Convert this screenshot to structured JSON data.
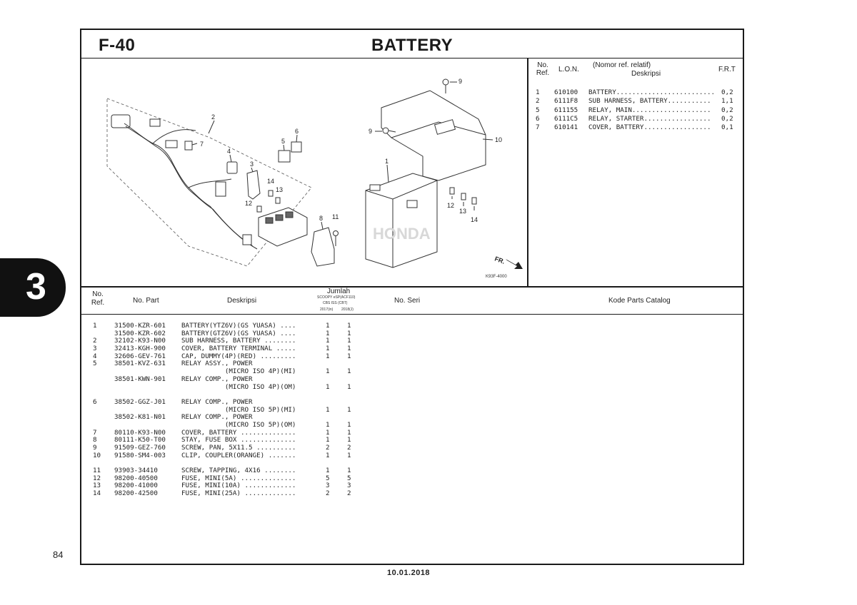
{
  "header": {
    "figure_code": "F-40",
    "title": "BATTERY"
  },
  "chapter": {
    "number": "3"
  },
  "page": {
    "number": "84",
    "date": "10.01.2018"
  },
  "diagram": {
    "image_code": "K93F-4000",
    "front_marker": "FR.",
    "callouts": [
      "1",
      "2",
      "3",
      "4",
      "5",
      "6",
      "7",
      "8",
      "9",
      "9",
      "10",
      "11",
      "12",
      "12",
      "13",
      "13",
      "14",
      "14"
    ]
  },
  "lon_table": {
    "headers": {
      "no_ref": "No. Ref.",
      "lon": "L.O.N.",
      "deskripsi_top": "(Nomor ref. relatif)",
      "deskripsi": "Deskripsi",
      "frt": "F.R.T"
    },
    "rows": [
      {
        "ref": "1",
        "lon": "610100",
        "desc": "BATTERY.........................",
        "frt": "0,2"
      },
      {
        "ref": "2",
        "lon": "6111F8",
        "desc": "SUB HARNESS, BATTERY...........",
        "frt": "1,1"
      },
      {
        "ref": "5",
        "lon": "611155",
        "desc": "RELAY, MAIN....................",
        "frt": "0,2"
      },
      {
        "ref": "6",
        "lon": "6111C5",
        "desc": "RELAY, STARTER.................",
        "frt": "0,2"
      },
      {
        "ref": "7",
        "lon": "610141",
        "desc": "COVER, BATTERY.................",
        "frt": "0,1"
      }
    ]
  },
  "parts_table": {
    "headers": {
      "no_ref": "No. Ref.",
      "no_part": "No. Part",
      "deskripsi": "Deskripsi",
      "jumlah": "Jumlah",
      "jumlah_sub1": "SCOOPY eSP(ACF110)",
      "jumlah_sub2": "CBS ISS (CBT)",
      "jumlah_col1": "2017(in)",
      "jumlah_col2": "2018(J)",
      "no_seri": "No. Seri",
      "kode": "Kode Parts Catalog"
    },
    "rows": [
      {
        "ref": "1",
        "part": "31500-KZR-601",
        "desc": "BATTERY(YTZ6V)(GS YUASA) ....",
        "q1": "1",
        "q2": "1"
      },
      {
        "ref": "",
        "part": "31500-KZR-602",
        "desc": "BATTERY(GTZ6V)(GS YUASA) ....",
        "q1": "1",
        "q2": "1"
      },
      {
        "ref": "2",
        "part": "32102-K93-N00",
        "desc": "SUB HARNESS, BATTERY ........",
        "q1": "1",
        "q2": "1"
      },
      {
        "ref": "3",
        "part": "32413-KGH-900",
        "desc": "COVER, BATTERY TERMINAL .....",
        "q1": "1",
        "q2": "1"
      },
      {
        "ref": "4",
        "part": "32606-GEV-761",
        "desc": "CAP, DUMMY(4P)(RED) .........",
        "q1": "1",
        "q2": "1"
      },
      {
        "ref": "5",
        "part": "38501-KVZ-631",
        "desc": "RELAY ASSY., POWER",
        "q1": "",
        "q2": ""
      },
      {
        "ref": "",
        "part": "",
        "desc": "           (MICRO ISO 4P)(MI)",
        "q1": "1",
        "q2": "1"
      },
      {
        "ref": "",
        "part": "38501-KWN-901",
        "desc": "RELAY COMP., POWER",
        "q1": "",
        "q2": ""
      },
      {
        "ref": "",
        "part": "",
        "desc": "           (MICRO ISO 4P)(OM)",
        "q1": "1",
        "q2": "1"
      },
      {
        "ref": "",
        "part": "",
        "desc": "",
        "q1": "",
        "q2": ""
      },
      {
        "ref": "6",
        "part": "38502-GGZ-J01",
        "desc": "RELAY COMP., POWER",
        "q1": "",
        "q2": ""
      },
      {
        "ref": "",
        "part": "",
        "desc": "           (MICRO ISO 5P)(MI)",
        "q1": "1",
        "q2": "1"
      },
      {
        "ref": "",
        "part": "38502-K81-N01",
        "desc": "RELAY COMP., POWER",
        "q1": "",
        "q2": ""
      },
      {
        "ref": "",
        "part": "",
        "desc": "           (MICRO ISO 5P)(OM)",
        "q1": "1",
        "q2": "1"
      },
      {
        "ref": "7",
        "part": "80110-K93-N00",
        "desc": "COVER, BATTERY ..............",
        "q1": "1",
        "q2": "1"
      },
      {
        "ref": "8",
        "part": "80111-K50-T00",
        "desc": "STAY, FUSE BOX ..............",
        "q1": "1",
        "q2": "1"
      },
      {
        "ref": "9",
        "part": "91509-GEZ-760",
        "desc": "SCREW, PAN, 5X11.5 ..........",
        "q1": "2",
        "q2": "2"
      },
      {
        "ref": "10",
        "part": "91580-SM4-003",
        "desc": "CLIP, COUPLER(ORANGE) .......",
        "q1": "1",
        "q2": "1"
      },
      {
        "ref": "",
        "part": "",
        "desc": "",
        "q1": "",
        "q2": ""
      },
      {
        "ref": "11",
        "part": "93903-34410",
        "desc": "SCREW, TAPPING, 4X16 ........",
        "q1": "1",
        "q2": "1"
      },
      {
        "ref": "12",
        "part": "98200-40500",
        "desc": "FUSE, MINI(5A) ..............",
        "q1": "5",
        "q2": "5"
      },
      {
        "ref": "13",
        "part": "98200-41000",
        "desc": "FUSE, MINI(10A) .............",
        "q1": "3",
        "q2": "3"
      },
      {
        "ref": "14",
        "part": "98200-42500",
        "desc": "FUSE, MINI(25A) .............",
        "q1": "2",
        "q2": "2"
      }
    ]
  }
}
